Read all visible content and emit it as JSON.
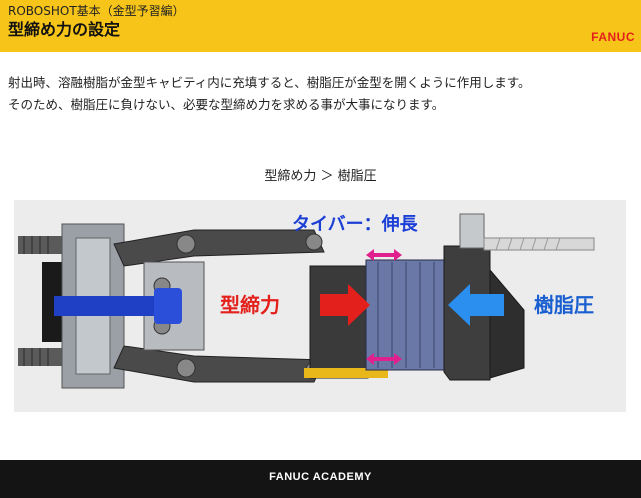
{
  "header": {
    "subtitle": "ROBOSHOT基本（金型予習編）",
    "title": "型締め力の設定",
    "brand": "FANUC",
    "background_color": "#f7c51a",
    "brand_color": "#e3201b"
  },
  "body": {
    "line1": "射出時、溶融樹脂が金型キャビティ内に充填すると、樹脂圧が金型を開くように作用します。",
    "line2": "そのため、樹脂圧に負けない、必要な型締め力を求める事が大事になります。"
  },
  "caption": "型締め力 ＞ 樹脂圧",
  "figure": {
    "label_tiebar": "タイバー：伸長",
    "label_clamp": "型締力",
    "label_resin": "樹脂圧",
    "clamp_arrow_color": "#e3201b",
    "resin_arrow_color": "#2b8ff0",
    "stretch_arrow_color": "#e0208c",
    "icons": [
      "clamp-force-arrow-icon",
      "resin-pressure-arrow-icon",
      "tiebar-stretch-arrow-icon"
    ]
  },
  "footer": {
    "text": "FANUC ACADEMY",
    "background_color": "#141414"
  }
}
